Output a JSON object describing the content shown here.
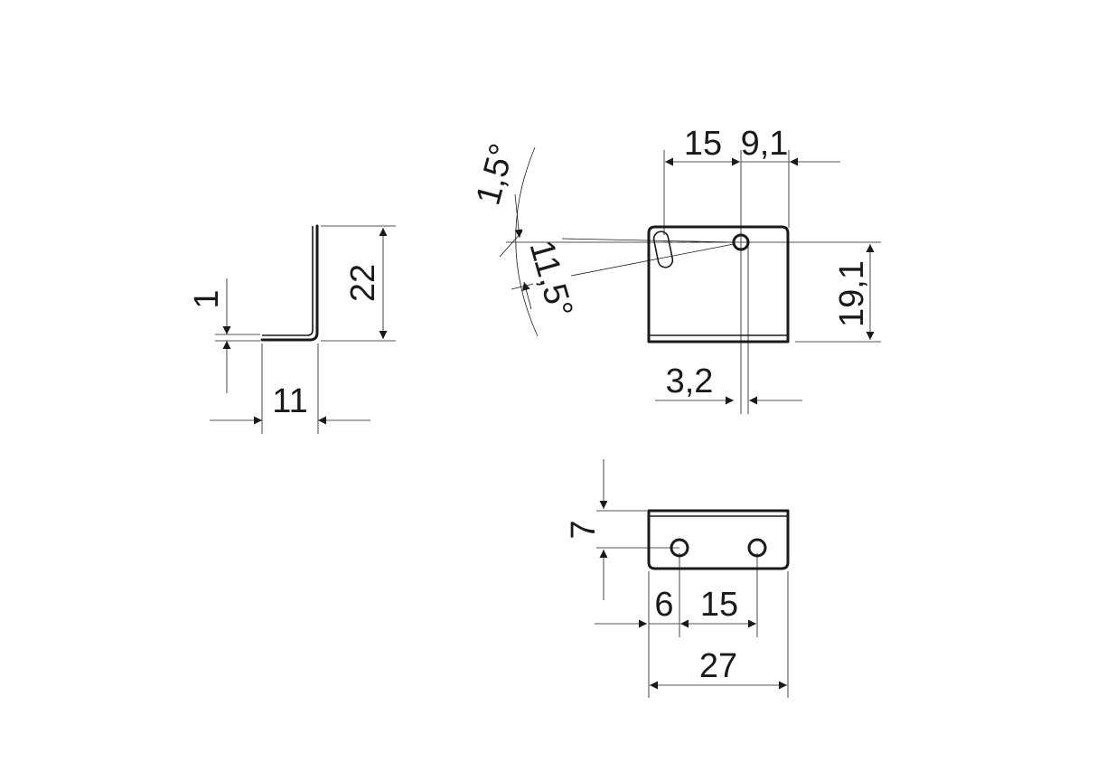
{
  "side_view": {
    "thickness": "1",
    "height": "22",
    "flange_length": "11"
  },
  "front_view": {
    "hole_spacing_top": "15",
    "hole_edge_offset_top": "9,1",
    "height": "19,1",
    "hole_offset_bottom": "3,2",
    "angle_small": "1,5°",
    "angle_large": "11,5°"
  },
  "top_view": {
    "flange_depth": "7",
    "hole_edge_offset": "6",
    "hole_spacing": "15",
    "overall_width": "27"
  },
  "colors": {
    "line": "#1a1a1a",
    "background": "#ffffff"
  }
}
